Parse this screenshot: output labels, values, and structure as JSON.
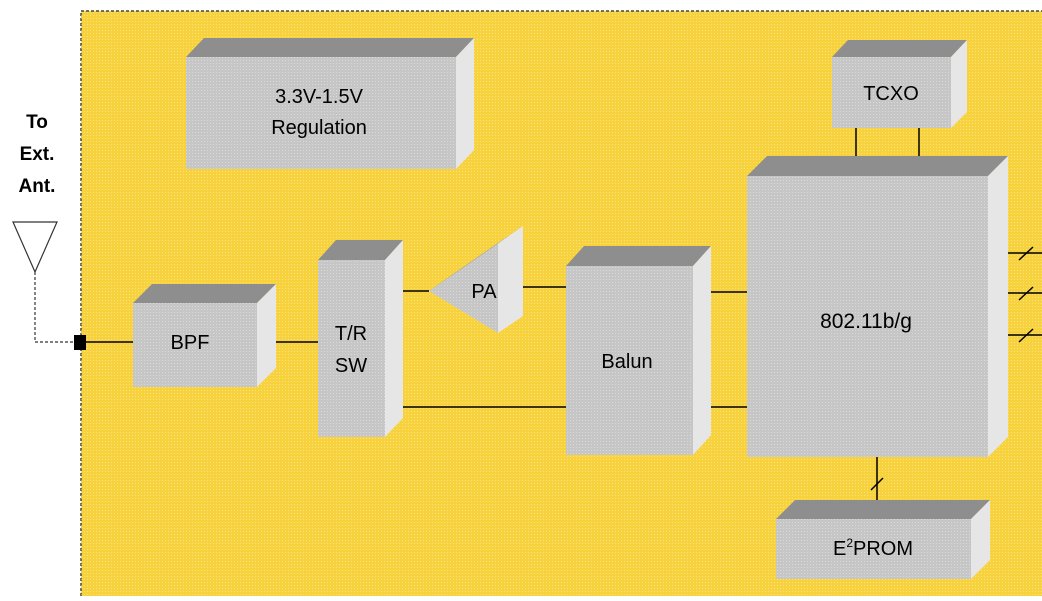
{
  "external_antenna": {
    "label_lines": [
      "To",
      "Ext.",
      "Ant."
    ]
  },
  "blocks": {
    "regulator": {
      "line1": "3.3V-1.5V",
      "line2": "Regulation"
    },
    "tcxo": {
      "label": "TCXO"
    },
    "bpf": {
      "label": "BPF"
    },
    "tr_switch": {
      "line1": "T/R",
      "line2": "SW"
    },
    "pa": {
      "label": "PA"
    },
    "balun": {
      "label": "Balun"
    },
    "baseband": {
      "label": "802.11b/g"
    },
    "eeprom": {
      "prefix": "E",
      "superscript": "2",
      "suffix": "PROM"
    }
  },
  "colors": {
    "board": "#f8d23c",
    "block_face": "#c6c6c6",
    "block_top": "#8e8e8e",
    "block_side": "#e6e6e6",
    "line": "#000000"
  }
}
